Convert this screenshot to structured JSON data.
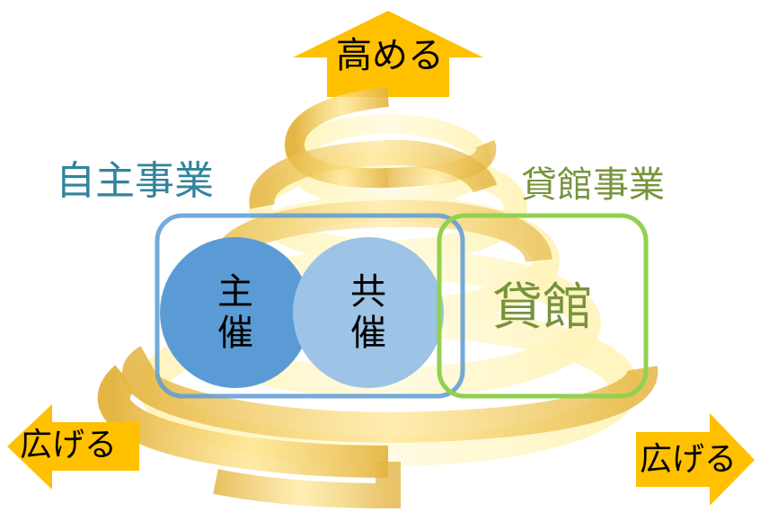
{
  "arrows": {
    "up": "高める",
    "left": "広げる",
    "right": "広げる"
  },
  "groups": {
    "own": {
      "label": "自主事業",
      "color": "#31849b"
    },
    "rental": {
      "label": "貸館事業",
      "color": "#77933c"
    }
  },
  "circles": {
    "host": {
      "line1": "主",
      "line2": "催",
      "color": "#5b9bd5"
    },
    "cohost": {
      "line1": "共",
      "line2": "催",
      "color": "#9dc3e6"
    }
  },
  "rental_box": {
    "label": "貸館",
    "color": "#92d050"
  },
  "colors": {
    "arrow": "#ffc000",
    "spiral": "#f0c040"
  }
}
